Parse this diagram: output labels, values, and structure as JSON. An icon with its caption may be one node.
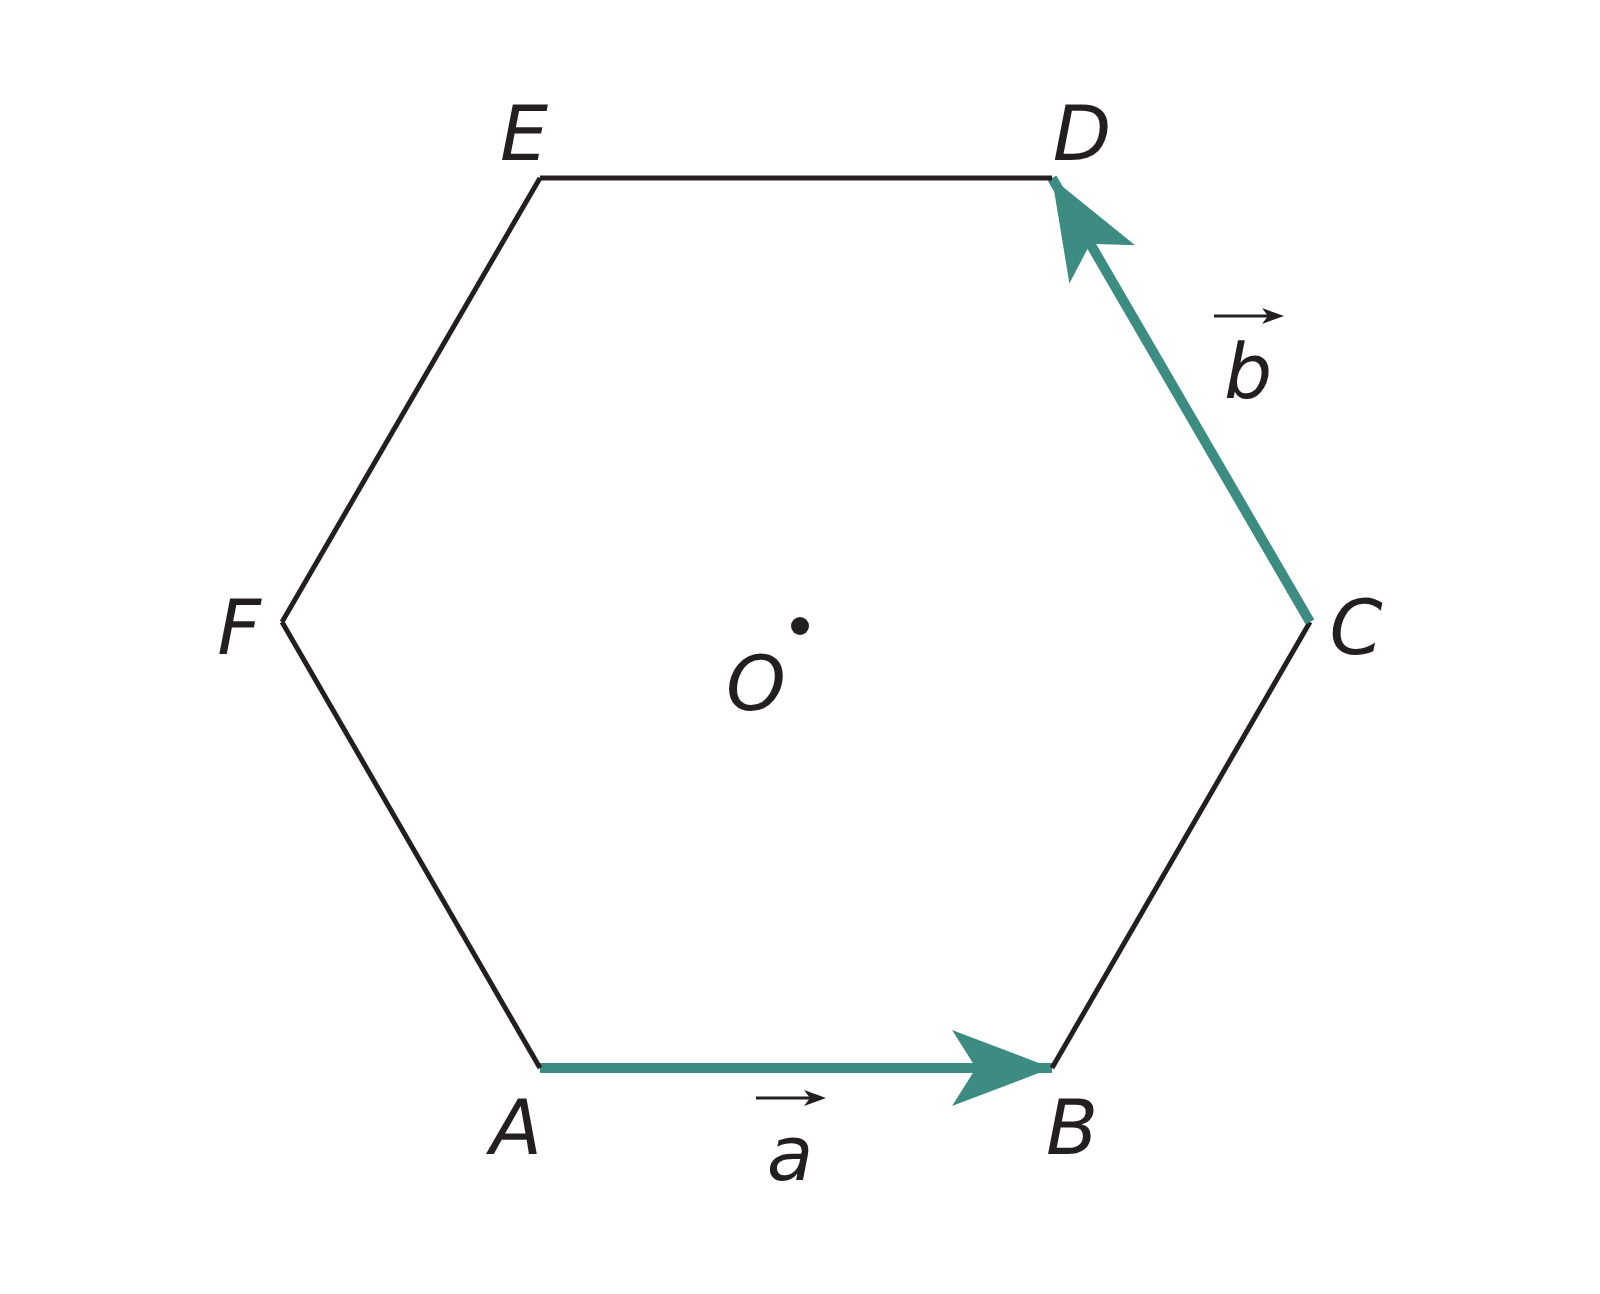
{
  "diagram": {
    "nodes": [
      {
        "text": [
          "E"
        ]
      },
      {
        "text": [
          "D"
        ]
      },
      {
        "text": [
          "F"
        ]
      },
      {
        "text": [
          "C"
        ]
      },
      {
        "text": [
          "A"
        ]
      },
      {
        "text": [
          "B"
        ]
      }
    ],
    "edges": [
      {
        "from": 4,
        "to": 5,
        "arrow": "to",
        "label": "a",
        "style": "thick",
        "color": "#3d8c82"
      },
      {
        "from": 5,
        "to": 3,
        "arrow": "none"
      },
      {
        "from": 3,
        "to": 1,
        "arrow": "to",
        "label": "b",
        "style": "thick",
        "color": "#3d8c82"
      },
      {
        "from": 1,
        "to": 0,
        "arrow": "none"
      },
      {
        "from": 0,
        "to": 2,
        "arrow": "none"
      },
      {
        "from": 2,
        "to": 4,
        "arrow": "none"
      }
    ],
    "labels": [
      "O"
    ]
  }
}
